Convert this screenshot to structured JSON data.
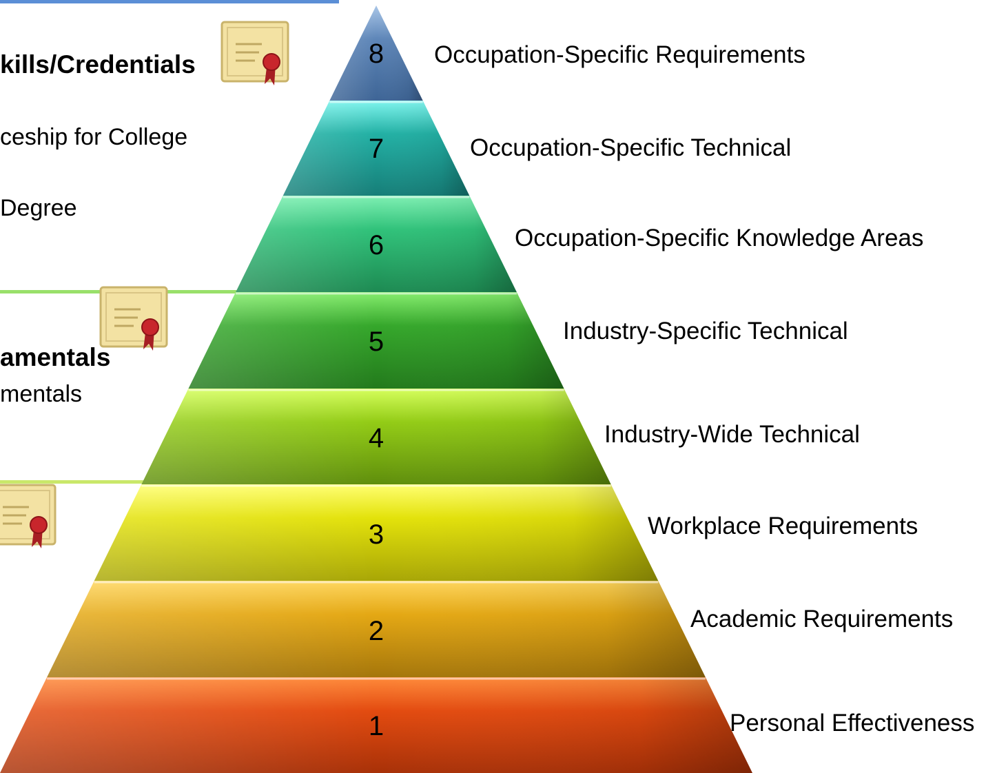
{
  "pyramid": {
    "tiers": [
      {
        "number": "8",
        "label": "Occupation-Specific Requirements",
        "color": "#5e86b8",
        "light": "#a9c6e8",
        "dark": "#3e6596"
      },
      {
        "number": "7",
        "label": "Occupation-Specific Technical",
        "color": "#22b0a4",
        "light": "#7ff5ee",
        "dark": "#167e78"
      },
      {
        "number": "6",
        "label": "Occupation-Specific Knowledge Areas",
        "color": "#30c27a",
        "light": "#7ff0b3",
        "dark": "#1d8a52"
      },
      {
        "number": "5",
        "label": "Industry-Specific Technical",
        "color": "#35a72b",
        "light": "#86ee6e",
        "dark": "#237a1c"
      },
      {
        "number": "4",
        "label": "Industry-Wide Technical",
        "color": "#93cc16",
        "light": "#d6ff5c",
        "dark": "#5f8e0c"
      },
      {
        "number": "3",
        "label": "Workplace Requirements",
        "color": "#e3e20a",
        "light": "#ffff70",
        "dark": "#a8a606"
      },
      {
        "number": "2",
        "label": "Academic Requirements",
        "color": "#e4a814",
        "light": "#ffd65c",
        "dark": "#a5760b"
      },
      {
        "number": "1",
        "label": "Personal Effectiveness",
        "color": "#e34b10",
        "light": "#ff8a3a",
        "dark": "#a83108"
      }
    ]
  },
  "left_panel": {
    "heading_top": "kills/Credentials",
    "line_apprenticeship": "ceship for College",
    "line_degree": "Degree",
    "heading_mid": "amentals",
    "line_fundamentals": "mentals"
  },
  "colors": {
    "top_rule": "#5b8fd6",
    "green_rule": "#99e06a",
    "lime_rule": "#c9e86a",
    "cert_paper": "#f3e2a3",
    "cert_ribbon": "#c8262c"
  },
  "icons": [
    "certificate-icon",
    "certificate-icon",
    "certificate-icon"
  ]
}
